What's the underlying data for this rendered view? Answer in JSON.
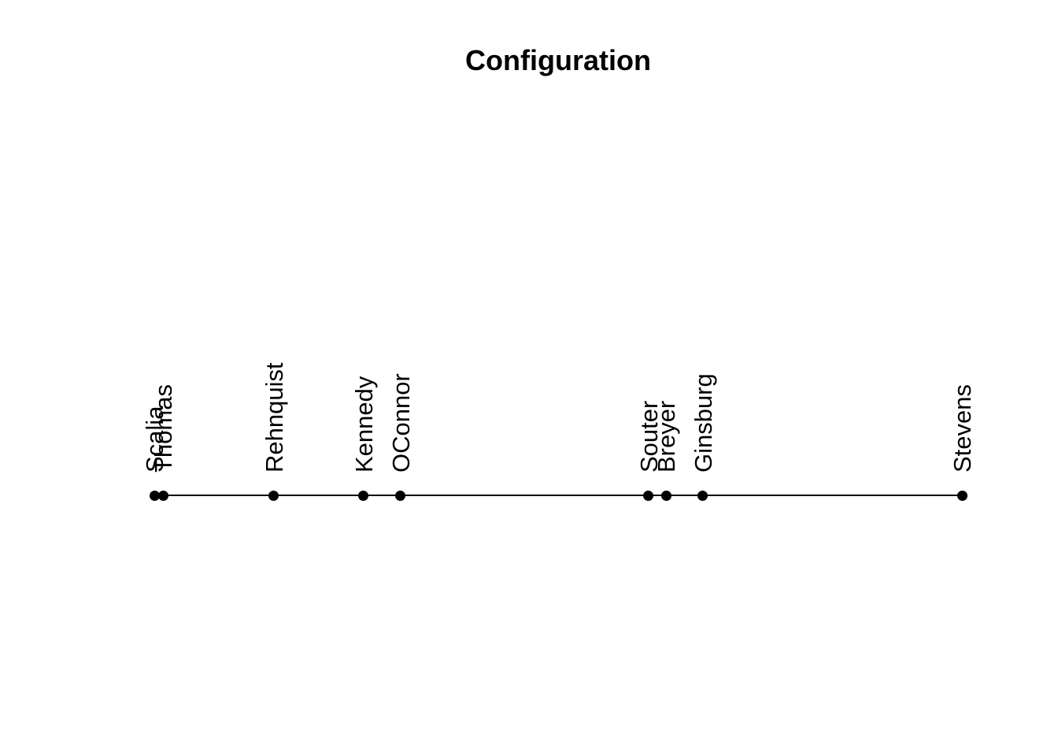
{
  "page": {
    "background": "#ffffff"
  },
  "chart_data": {
    "type": "scatter",
    "title": "Configuration",
    "orientation": "horizontal-1d",
    "axes_visible": false,
    "grid": false,
    "legend": "none",
    "marker": "filled-circle",
    "marker_color": "#000000",
    "line_color": "#000000",
    "text_color": "#000000",
    "label_rotation_deg": 90,
    "xlim": [
      0,
      1
    ],
    "points": [
      {
        "label": "Scalia",
        "x": 0.0
      },
      {
        "label": "Thomas",
        "x": 0.011
      },
      {
        "label": "Rehnquist",
        "x": 0.148
      },
      {
        "label": "Kennedy",
        "x": 0.259
      },
      {
        "label": "OConnor",
        "x": 0.305
      },
      {
        "label": "Souter",
        "x": 0.612
      },
      {
        "label": "Breyer",
        "x": 0.634
      },
      {
        "label": "Ginsburg",
        "x": 0.679
      },
      {
        "label": "Stevens",
        "x": 1.0
      }
    ]
  }
}
